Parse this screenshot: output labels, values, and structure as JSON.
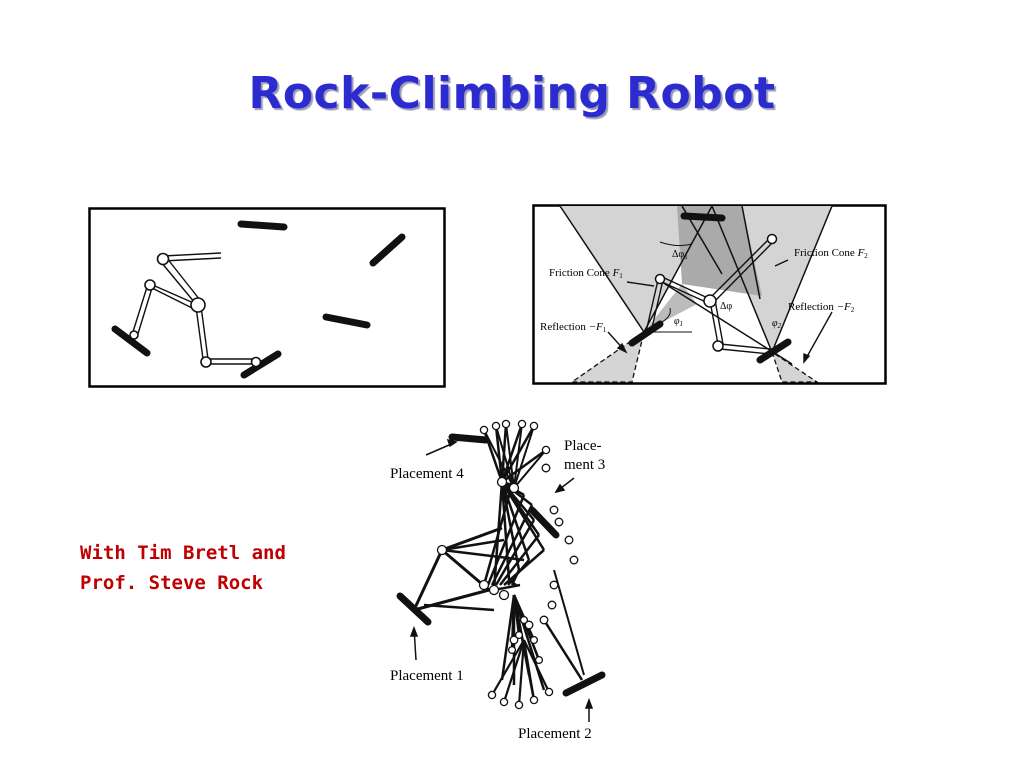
{
  "slide": {
    "title": "Rock-Climbing Robot",
    "credit_line1": "With Tim Bretl and",
    "credit_line2": "Prof. Steve Rock"
  },
  "friction_figure": {
    "label_friction_cone_1": "Friction Cone",
    "label_f1": "F",
    "label_f1_sub": "1",
    "label_friction_cone_2": "Friction Cone",
    "label_f2": "F",
    "label_f2_sub": "2",
    "label_reflection_1": "Reflection",
    "label_reflection_1_var": "−F",
    "label_reflection_1_sub": "1",
    "label_reflection_2": "Reflection",
    "label_reflection_2_var": "−F",
    "label_reflection_2_sub": "2",
    "label_delta_phi1": "Δφ",
    "label_delta_phi1_sub": "1",
    "label_delta_phi2": "Δφ",
    "label_phi1": "φ",
    "label_phi1_sub": "1",
    "label_phi2": "φ",
    "label_phi2_sub": "2"
  },
  "placement_figure": {
    "placement_4": "Placement 4",
    "placement_3_line1": "Place-",
    "placement_3_line2": "ment 3",
    "placement_1": "Placement 1",
    "placement_2": "Placement 2"
  },
  "colors": {
    "title": "#2b2bd0",
    "credit": "#c00000",
    "cone_fill": "#d4d4d4"
  }
}
